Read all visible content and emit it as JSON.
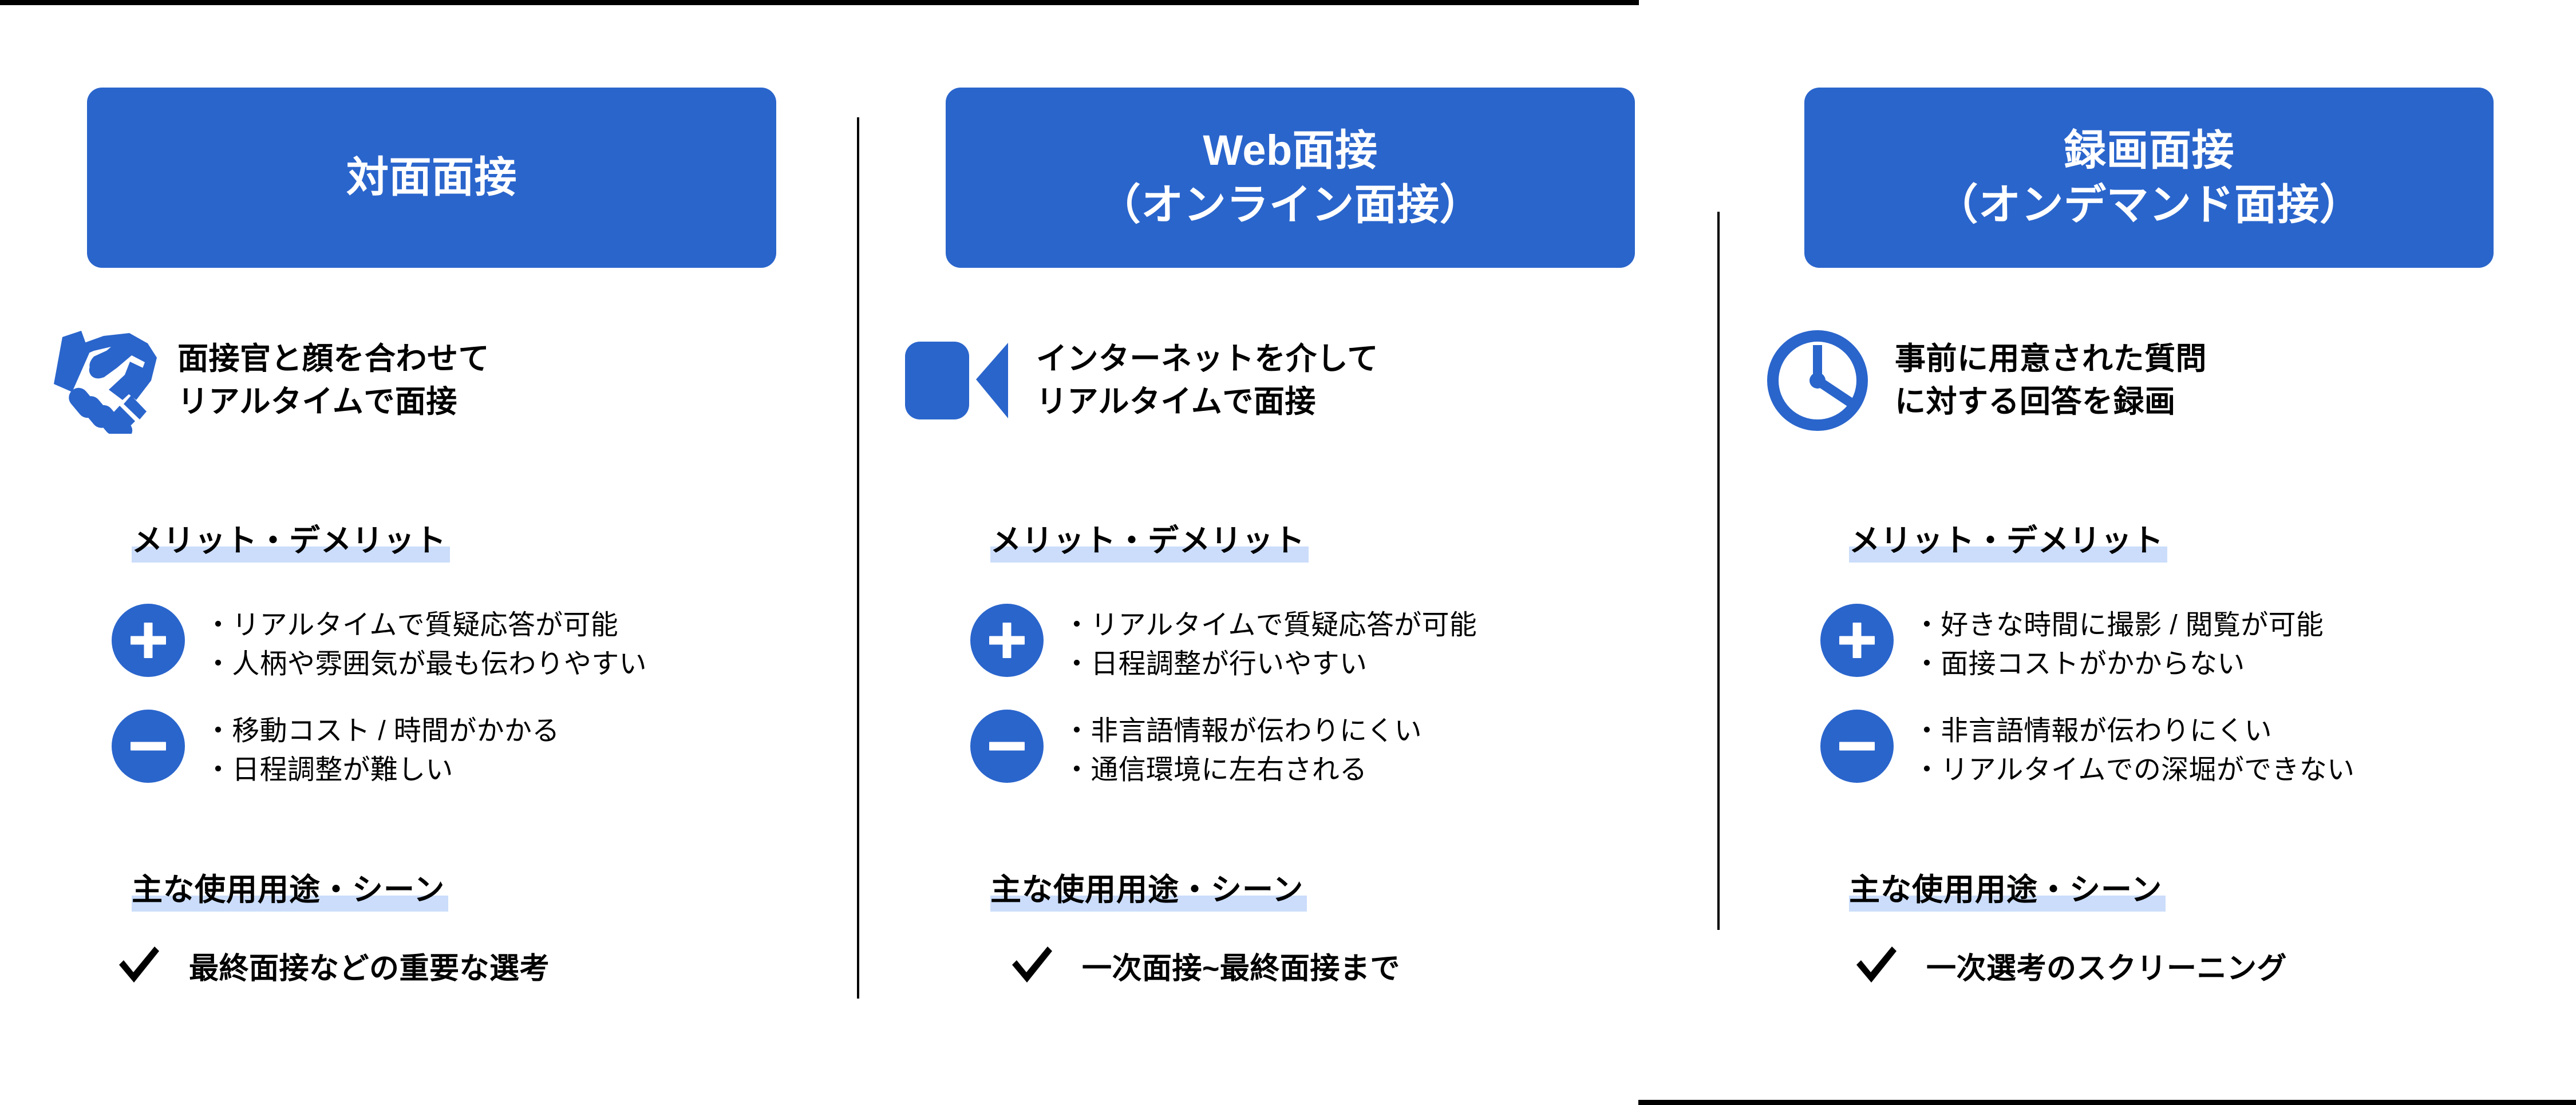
{
  "theme": {
    "brand_blue": "#2A65CC",
    "highlight_blue": "#CBDDFA",
    "text_black": "#000000",
    "background": "#FFFFFF"
  },
  "columns": [
    {
      "id": "in-person",
      "header_title": "対面面接",
      "icon": "handshake-icon",
      "lead_text": "面接官と顔を合わせて\nリアルタイムで面接",
      "merit_heading": "メリット・デメリット",
      "pros": [
        "・リアルタイムで質疑応答が可能",
        "・人柄や雰囲気が最も伝わりやすい"
      ],
      "cons": [
        "・移動コスト / 時間がかかる",
        "・日程調整が難しい"
      ],
      "usage_heading": "主な使用用途・シーン",
      "usage_text": "最終面接などの重要な選考"
    },
    {
      "id": "web",
      "header_title": "Web面接\n（オンライン面接）",
      "icon": "video-camera-icon",
      "lead_text": "インターネットを介して\nリアルタイムで面接",
      "merit_heading": "メリット・デメリット",
      "pros": [
        "・リアルタイムで質疑応答が可能",
        "・日程調整が行いやすい"
      ],
      "cons": [
        "・非言語情報が伝わりにくい",
        "・通信環境に左右される"
      ],
      "usage_heading": "主な使用用途・シーン",
      "usage_text": "一次面接~最終面接まで"
    },
    {
      "id": "recorded",
      "header_title": "録画面接\n（オンデマンド面接）",
      "icon": "clock-icon",
      "lead_text": "事前に用意された質問\nに対する回答を録画",
      "merit_heading": "メリット・デメリット",
      "pros": [
        "・好きな時間に撮影 / 閲覧が可能",
        "・面接コストがかからない"
      ],
      "cons": [
        "・非言語情報が伝わりにくい",
        "・リアルタイムでの深堀ができない"
      ],
      "usage_heading": "主な使用用途・シーン",
      "usage_text": "一次選考のスクリーニング"
    }
  ]
}
